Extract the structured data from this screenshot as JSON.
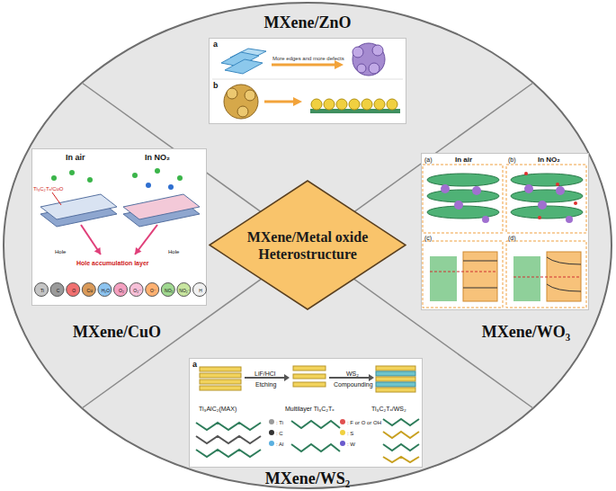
{
  "diagram": {
    "nodes": [
      {
        "text": [
          "a",
          "More edges and more defects",
          "b"
        ]
      },
      {
        "text": [
          "In air",
          "In NO₂",
          "Ti₃C₂Tₓ/CuO",
          "Hole",
          "Hole",
          "Hole accumulation layer",
          "Ti",
          "C",
          "O",
          "Cu",
          "H₂O",
          "O₂",
          "O₂⁻",
          "O⁻",
          "NO₂",
          "NO₂⁻",
          "H"
        ]
      },
      {
        "text": [
          "MXene/Metal oxide Heterostructure"
        ]
      },
      {
        "text": [
          "(a)",
          "In air",
          "(b)",
          "In NO₂",
          "(c)",
          "(d)"
        ]
      },
      {
        "text": [
          "a",
          "LiF/HCl",
          "Etching",
          "WS₂",
          "Compounding",
          "Ti₃AlC₂(MAX)",
          "Multilayer Ti₃C₂Tₓ",
          "Ti₃C₂Tₓ/WS₂",
          ": Ti",
          ": C",
          ": Al",
          ": F or O or OH",
          ": S",
          ": W"
        ]
      }
    ],
    "labels": [
      "MXene/ZnO",
      "MXene/CuO",
      "MXene/WO₃",
      "MXene/WS₂"
    ]
  }
}
